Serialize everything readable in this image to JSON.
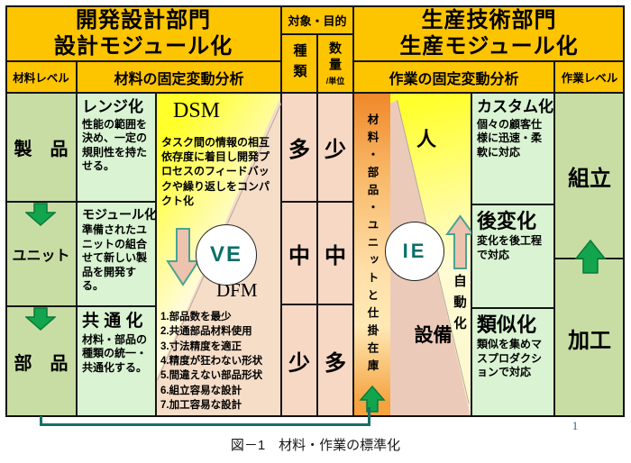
{
  "header": {
    "left_dept": "開発設計部門",
    "left_sub": "設計モジュール化",
    "target_purpose": "対象・目的",
    "right_dept": "生産技術部門",
    "right_sub": "生産モジュール化",
    "material_level": "材料レベル",
    "material_analysis": "材料の固定変動分析",
    "kind": "種類",
    "quantity": "数量",
    "quantity_unit": "/単位",
    "work_analysis": "作業の固定変動分析",
    "work_level": "作業レベル"
  },
  "material_levels": [
    "製　品",
    "ユニット",
    "部　品"
  ],
  "material_methods": [
    {
      "title": "レンジ化",
      "desc": "性能の範囲を決め、一定の規則性を持たせる。"
    },
    {
      "title": "モジュール化",
      "desc": "準備されたユニットの組合せて新しい製品を開発する。"
    },
    {
      "title": "共 通 化",
      "desc": "材料・部品の種類の統一・共通化する。"
    }
  ],
  "design_column": {
    "dsm_title": "DSM",
    "dsm_desc": "タスク間の情報の相互依存度に着目し開発プロセスのフィードバックや繰り返しをコンパクト化",
    "ve_label": "VE",
    "dfm_title": "DFM",
    "dfm_items": [
      "1.部品数を最少",
      "2.共通部品材料使用",
      "3.寸法精度を適正",
      "4.精度が狂わない形状",
      "5.間違えない部品形状",
      "6.組立容易な設計",
      "7.加工容易な設計"
    ]
  },
  "kind_values": [
    "多",
    "中",
    "少"
  ],
  "quantity_values": [
    "少",
    "中",
    "多"
  ],
  "production_column": {
    "strip_label": "材料・部品・ユニットと仕掛在庫",
    "human": "人",
    "ie_label": "IE",
    "automation": "自動化",
    "equipment": "設備"
  },
  "work_methods": [
    {
      "title": "カスタム化",
      "desc": "個々の顧客仕様に迅速・柔軟に対応"
    },
    {
      "title": "後変化",
      "desc": "変化を後工程で対応"
    },
    {
      "title": "類似化",
      "desc": "類似を集めマスプロダクションで対応"
    }
  ],
  "work_levels": [
    "組立",
    "加工"
  ],
  "caption": "図－1　材料・作業の標準化",
  "page_number": "1",
  "colors": {
    "header_yellow": "#fdc400",
    "level_green": "#c8dda4",
    "method_green": "#d9f3d3",
    "amount_pink": "#f6d8c4",
    "dfm_wedge_tan": "#f5ddc8",
    "equipment_wedge_tan": "#eccaba",
    "orange_strip": "#f79646",
    "arrow_green": "#12a54e",
    "arrow_pink": "#eec3ae",
    "accent_teal": "#0a6f68",
    "bracket_teal": "#176f67",
    "page_number_blue": "#2f6496"
  }
}
